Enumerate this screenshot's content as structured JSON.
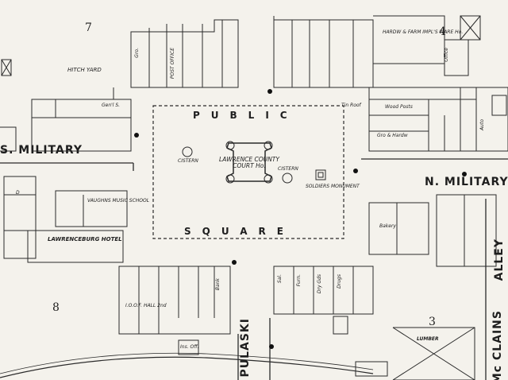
{
  "streets": {
    "public": "PUBLIC",
    "square": "SQUARE",
    "s_military": "S. MILITARY",
    "n_military": "N. MILITARY",
    "pulaski": "PULASKI",
    "alley": "ALLEY",
    "mcclains": "Mc CLAINS"
  },
  "blocks": {
    "b7": "7",
    "b4": "4",
    "b8": "8",
    "b3": "3"
  },
  "labels": {
    "courthouse": "LAWRENCE COUNTY COURT Ho.",
    "hitch_yard": "HITCH YARD",
    "hotel": "LAWRENCEBURG HOTEL",
    "music_school": "VAUGHNS MUSIC SCHOOL",
    "post_office": "POST OFFICE",
    "soldiers_monument": "SOLDIERS MONUMENT",
    "cistern_left": "CISTERN",
    "cistern_right": "CISTERN",
    "hardw_farm": "HARDW & FARM IMPL'S WARE Ho.",
    "wool_posts": "Wood Posts",
    "gro_hardw": "Gro & Hardw",
    "ioof_hall": "I.O.O.F. HALL 2nd",
    "bakery": "Bakery",
    "bank": "Bank",
    "lumber": "LUMBER",
    "gen_s": "Gen'l S.",
    "drugs": "Drugs",
    "dry_gds": "Dry Gds",
    "furn": "Furn.",
    "saloon": "Sal.",
    "grocery": "Gro.",
    "dwellings": "D",
    "auto": "Auto",
    "office": "Office",
    "roofs": "Tin Roof",
    "ins_off": "Ins. Off."
  }
}
